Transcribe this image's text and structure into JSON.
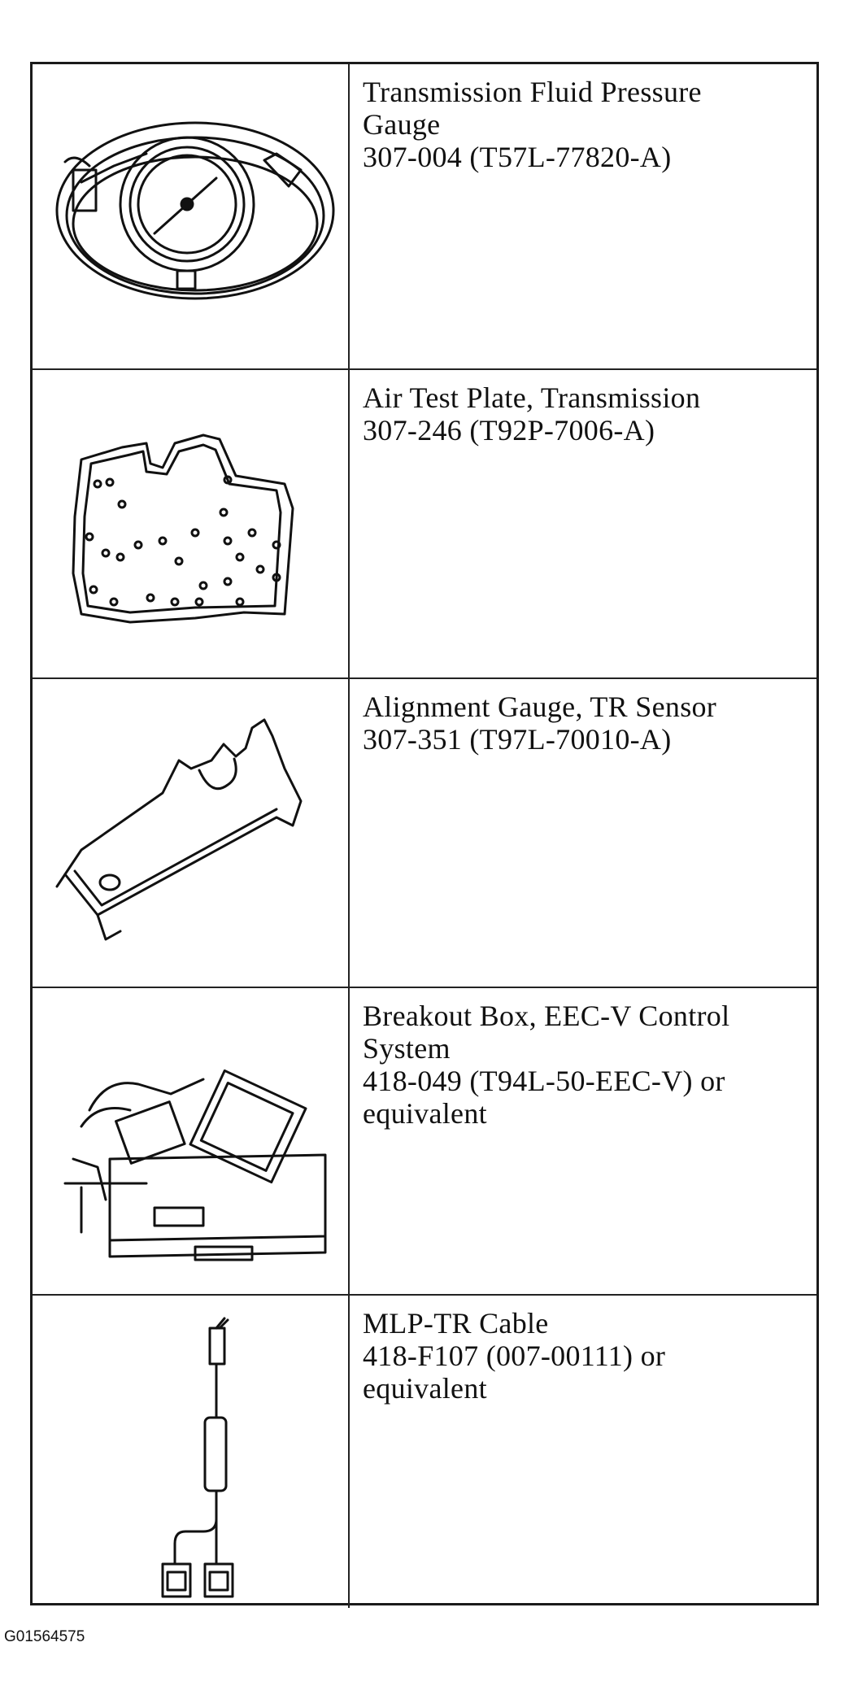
{
  "tools": [
    {
      "icon": "pressure-gauge-icon",
      "lines": [
        "Transmission Fluid Pressure",
        "Gauge",
        "307-004 (T57L-77820-A)"
      ]
    },
    {
      "icon": "air-test-plate-icon",
      "lines": [
        "Air Test Plate, Transmission",
        "307-246 (T92P-7006-A)"
      ]
    },
    {
      "icon": "alignment-gauge-icon",
      "lines": [
        "Alignment Gauge, TR Sensor",
        "307-351 (T97L-70010-A)"
      ]
    },
    {
      "icon": "breakout-box-icon",
      "lines": [
        "Breakout Box, EEC-V Control",
        "System",
        "418-049 (T94L-50-EEC-V) or",
        "equivalent"
      ]
    },
    {
      "icon": "mlp-tr-cable-icon",
      "lines": [
        "MLP-TR Cable",
        "418-F107 (007-00111) or",
        "equivalent"
      ]
    }
  ],
  "figure_id": "G01564575"
}
